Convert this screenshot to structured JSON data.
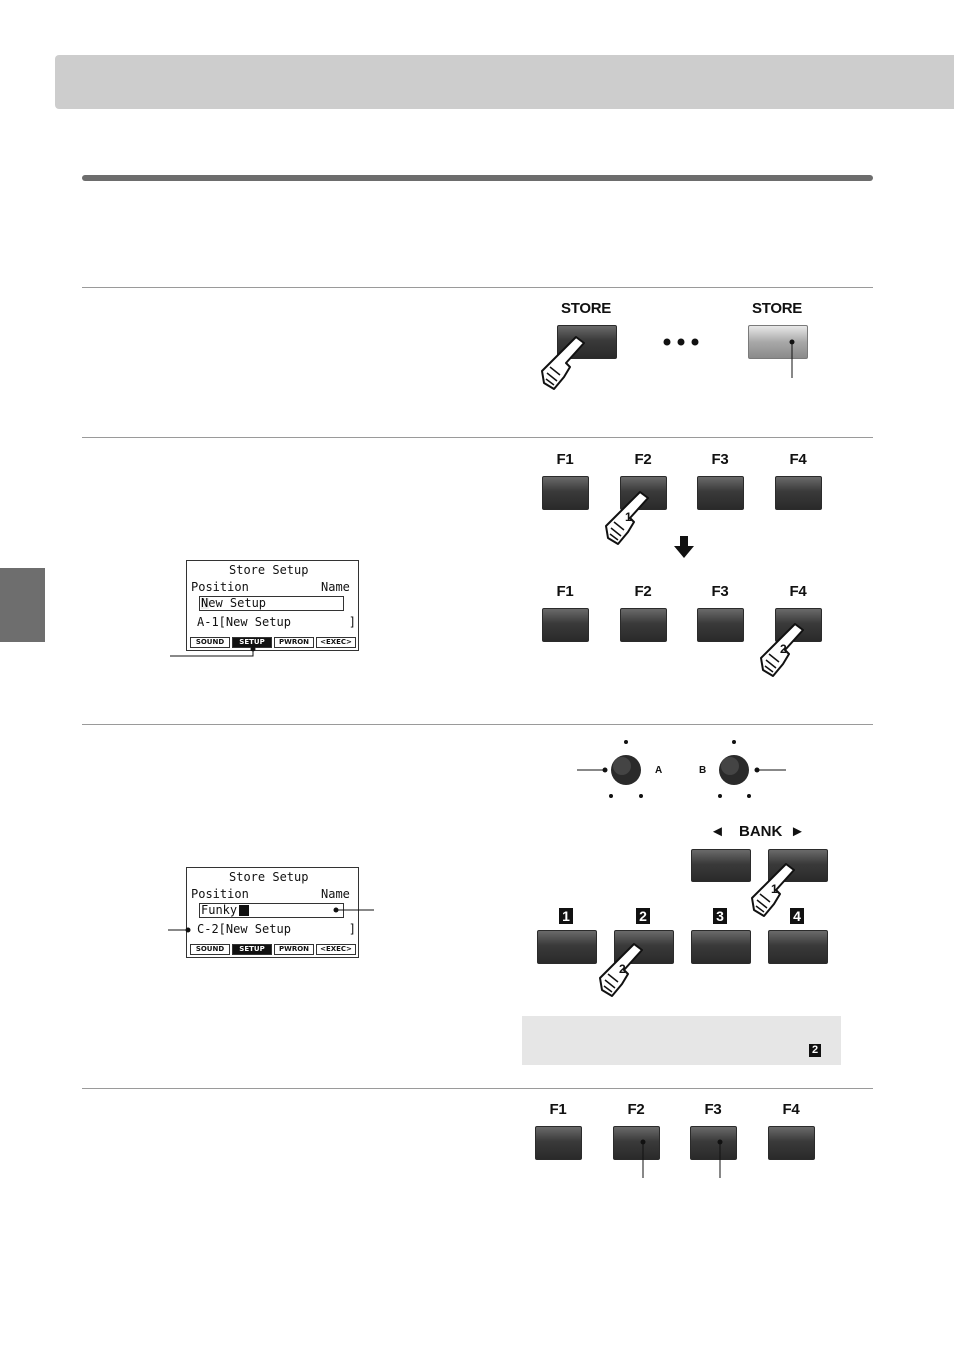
{
  "store_labels": [
    "STORE",
    "STORE"
  ],
  "f_labels_row1": [
    "F1",
    "F2",
    "F3",
    "F4"
  ],
  "f_labels_row2": [
    "F1",
    "F2",
    "F3",
    "F4"
  ],
  "f_labels_row3": [
    "F1",
    "F2",
    "F3",
    "F4"
  ],
  "lcd1": {
    "title": "Store Setup",
    "position_label": "Position",
    "name_label": "Name",
    "name_value": "New Setup",
    "slot_line": "A-1[New Setup        ]",
    "tabs": [
      "SOUND",
      "SETUP",
      "PWRON",
      "<EXEC>"
    ]
  },
  "lcd2": {
    "title": "Store Setup",
    "position_label": "Position",
    "name_label": "Name",
    "name_value": "Funky",
    "slot_line": "C-2[New Setup        ]",
    "tabs": [
      "SOUND",
      "SETUP",
      "PWRON",
      "<EXEC>"
    ]
  },
  "dial_labels": {
    "a": "A",
    "b": "B"
  },
  "bank": {
    "label": "BANK",
    "left": "◄",
    "right": "►"
  },
  "number_badges": [
    "1",
    "2",
    "3",
    "4"
  ],
  "finger_numbers": {
    "f2": "1",
    "f4": "2",
    "bank": "1",
    "num": "2"
  },
  "note_badge": "2"
}
